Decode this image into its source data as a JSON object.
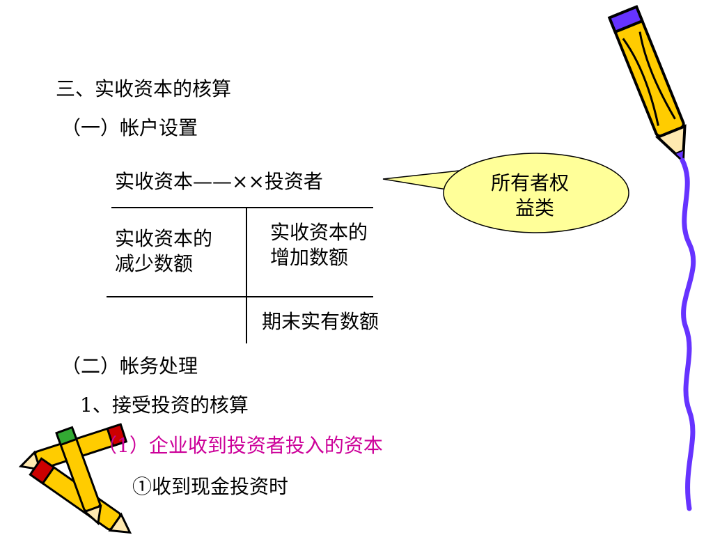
{
  "section": {
    "title": "三、实收资本的核算",
    "sub1": "（一）帐户设置"
  },
  "account": {
    "name": "实收资本——××投资者",
    "callout": [
      "所有者权",
      "益类"
    ],
    "debit": [
      "实收资本的",
      "减少数额"
    ],
    "credit": [
      "实收资本的",
      "增加数额"
    ],
    "balance": "期末实有数额"
  },
  "processing": {
    "sub2": "（二）帐务处理",
    "item1": "1、接受投资的核算",
    "item1_1": "（1）企业收到投资者投入的资本",
    "item1_1_a": "①收到现金投资时"
  },
  "colors": {
    "highlight": "#cc0099",
    "callout_fill": "#ffff99",
    "pencil_body": "#ffcc00",
    "squiggle": "#6633ff"
  }
}
